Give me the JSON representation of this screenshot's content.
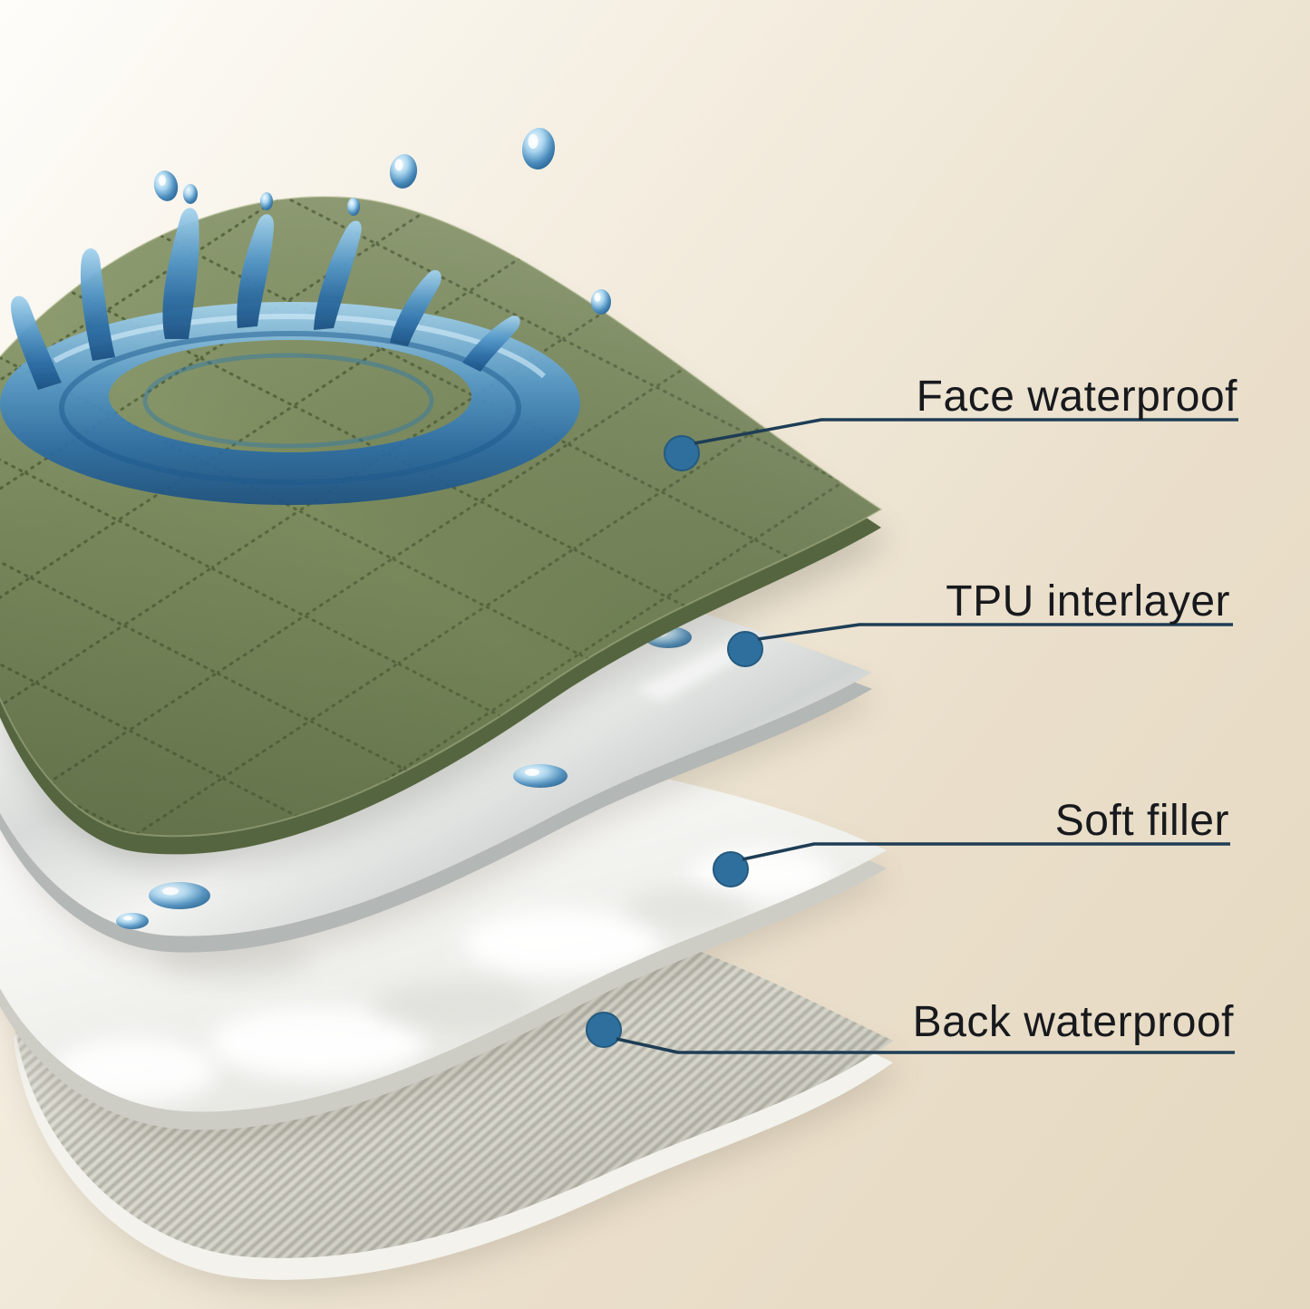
{
  "callouts": [
    {
      "id": "face-waterproof",
      "label": "Face waterproof"
    },
    {
      "id": "tpu-interlayer",
      "label": "TPU interlayer"
    },
    {
      "id": "soft-filler",
      "label": "Soft filler"
    },
    {
      "id": "back-waterproof",
      "label": "Back waterproof"
    }
  ],
  "icons": [
    {
      "name": "water-splash-icon"
    },
    {
      "name": "water-droplet-icon"
    },
    {
      "name": "callout-dot-icon"
    }
  ],
  "colors": {
    "background_top_left": "#fefdfa",
    "background_bottom_right": "#e5d8c0",
    "label_text": "#17191d",
    "callout_line": "#1e3d55",
    "callout_dot": "#2e6f9d",
    "fabric_green": "#7e8e60",
    "fabric_green_stitch": "#54633c",
    "water_blue": "#2d6ea6",
    "tpu_gray": "#d8dbd9",
    "filler_white": "#f4f4f1",
    "back_weave_gray": "#cac9bf"
  }
}
